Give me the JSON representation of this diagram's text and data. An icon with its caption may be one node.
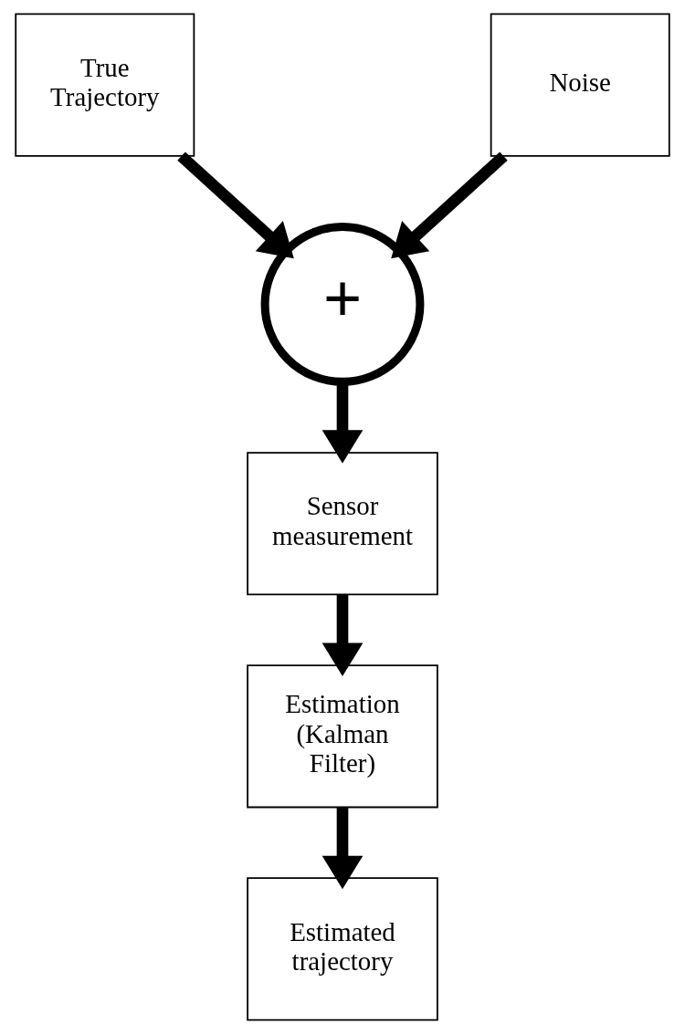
{
  "diagram": {
    "nodes": [
      {
        "text": [
          "True Trajectory"
        ]
      },
      {
        "text": [
          "Noise"
        ]
      },
      {
        "text": [
          "+"
        ]
      },
      {
        "text": [
          "Sensor measurement"
        ]
      },
      {
        "text": [
          "Estimation (Kalman Filter)"
        ]
      },
      {
        "text": [
          "Estimated trajectory"
        ]
      }
    ],
    "edges": [
      {
        "from": 0,
        "to": 2,
        "arrow": "to"
      },
      {
        "from": 1,
        "to": 2,
        "arrow": "to"
      },
      {
        "from": 2,
        "to": 3,
        "arrow": "to"
      },
      {
        "from": 3,
        "to": 4,
        "arrow": "to"
      },
      {
        "from": 4,
        "to": 5,
        "arrow": "to"
      }
    ]
  }
}
